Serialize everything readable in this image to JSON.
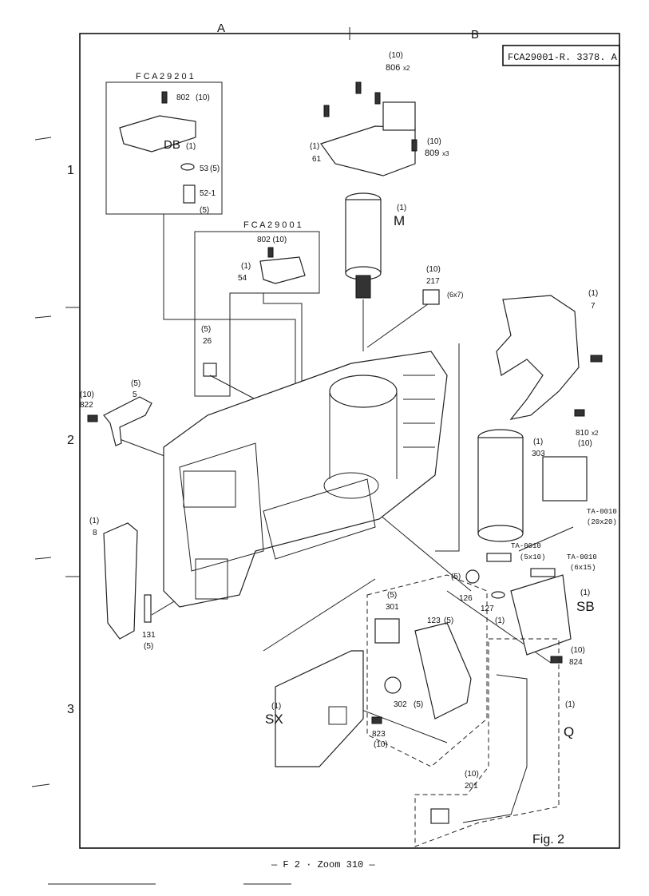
{
  "sheet": {
    "col_a": "A",
    "col_b": "B",
    "row_1": "1",
    "row_2": "2",
    "row_3": "3",
    "code": "FCA29001-R. 3378. A",
    "fig": "Fig. 2",
    "footer": "— F 2 · Zoom 310 —"
  },
  "boxes": {
    "fca29201": "F C A 2 9 2 0 1",
    "fca29001": "F C A 2 9 0 0 1"
  },
  "parts": {
    "p802_a": "802",
    "p802_a_q": "(10)",
    "db": "DB",
    "db_q": "(1)",
    "p53": "53",
    "p53_q": "(5)",
    "p52": "52-1",
    "p52_q": "(5)",
    "p802_b": "802 (10)",
    "p54_q": "(1)",
    "p54": "54",
    "p26_q": "(5)",
    "p26": "26",
    "p5_q": "(5)",
    "p5": "5",
    "p822_q": "(10)",
    "p822": "822",
    "p8_q": "(1)",
    "p8": "8",
    "p131": "131",
    "p131_q": "(5)",
    "p806_q": "(10)",
    "p806": "806",
    "p806_x": "x2",
    "p61_q": "(1)",
    "p61": "61",
    "p809_q": "(10)",
    "p809": "809",
    "p809_x": "x3",
    "m_q": "(1)",
    "m": "M",
    "p217_q": "(10)",
    "p217": "217",
    "p217_s": "(6x7)",
    "p7_q": "(1)",
    "p7": "7",
    "p810": "810",
    "p810_x": "x2",
    "p810_q": "(10)",
    "p303_q": "(1)",
    "p303": "303",
    "ta1": "TA-0010",
    "ta1_s": "(20x20)",
    "ta2": "TA-0010",
    "ta2_s": "(5x10)",
    "ta3": "TA-0010",
    "ta3_s": "(6x15)",
    "p126_q": "(5)",
    "p126": "126",
    "p127": "127",
    "p127_q": "(1)",
    "sb_q": "(1)",
    "sb": "SB",
    "p301_q": "(5)",
    "p301": "301",
    "p123": "123",
    "p123_q": "(5)",
    "p824_q": "(10)",
    "p824": "824",
    "p302": "302",
    "p302_q": "(5)",
    "sx_q": "(1)",
    "sx": "SX",
    "p823": "823",
    "p823_q": "(10)",
    "q_q": "(1)",
    "q": "Q",
    "p201_q": "(10)",
    "p201": "201"
  }
}
